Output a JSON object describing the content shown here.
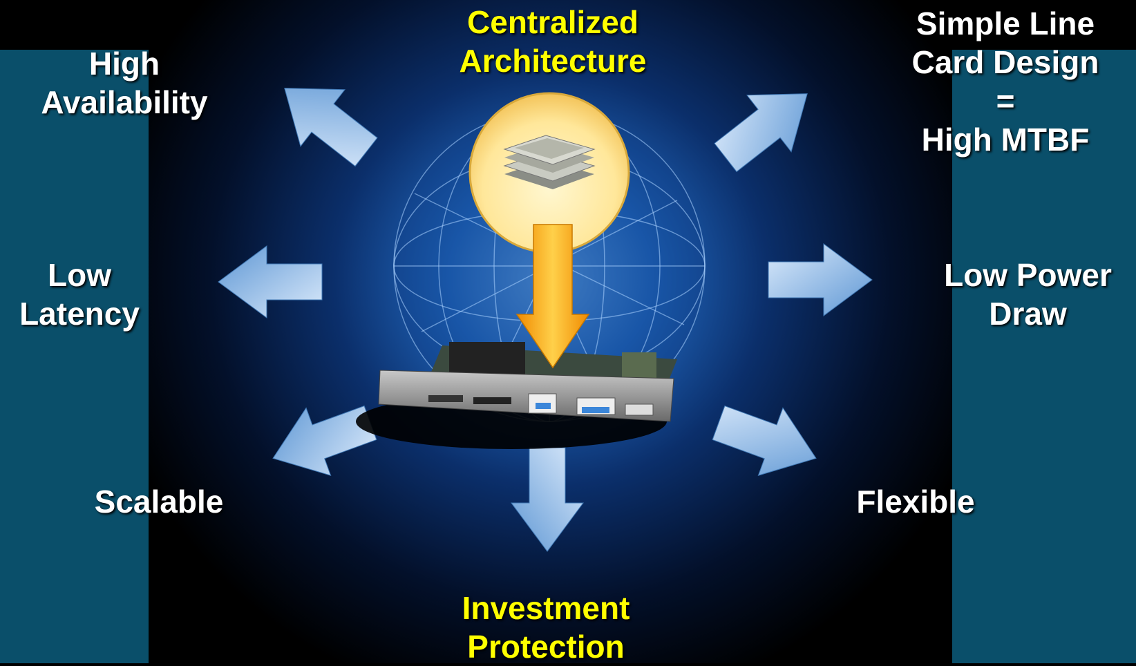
{
  "labels": {
    "centralized": [
      "Centralized",
      "Architecture"
    ],
    "high_availability": [
      "High",
      "Availability"
    ],
    "simple_line_card": [
      "Simple Line",
      "Card Design",
      "=",
      "High MTBF"
    ],
    "low_latency": [
      "Low",
      "Latency"
    ],
    "low_power": [
      "Low Power",
      "Draw"
    ],
    "scalable": "Scalable",
    "flexible": "Flexible",
    "investment": [
      "Investment",
      "Protection"
    ]
  },
  "colors": {
    "side_panel": "#0a4f6a",
    "label_white": "#ffffff",
    "label_yellow": "#ffff00",
    "arrow_light": "#a9cdf0",
    "arrow_dark": "#5e97d4",
    "center_arrow": "#f6a623"
  },
  "icons": {
    "chip": "chip-stack-icon",
    "module": "supervisor-module-icon",
    "globe": "wireframe-globe-icon"
  }
}
